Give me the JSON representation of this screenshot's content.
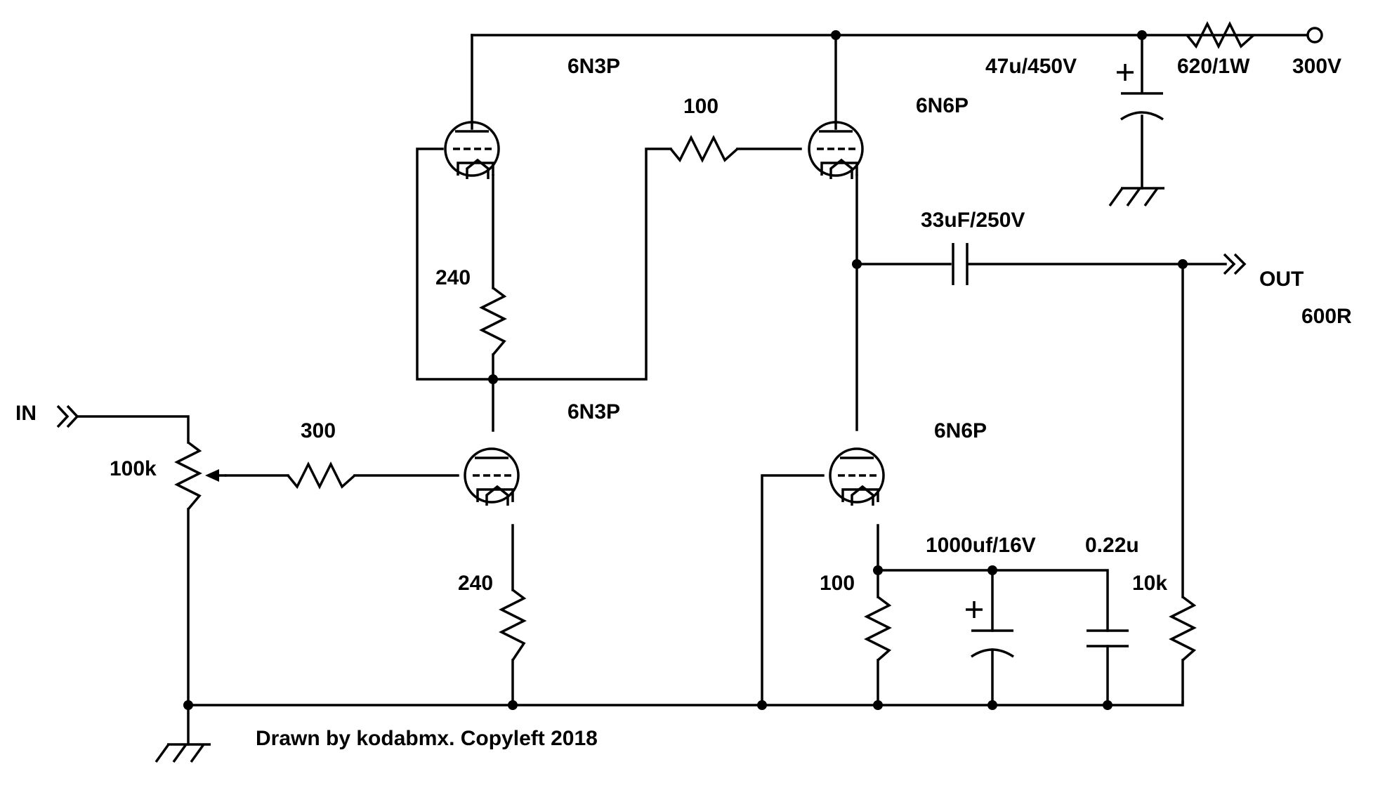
{
  "labels": {
    "tube_v1": "6N3P",
    "tube_v2": "6N3P",
    "tube_v3": "6N6P",
    "tube_v4": "6N6P",
    "r_grid_v3": "100",
    "r_cathode_v1": "240",
    "r_input": "300",
    "pot": "100k",
    "r_cathode_v2": "240",
    "r_cathode_v4": "100",
    "cap_cathode_elec": "1000uf/16V",
    "cap_cathode_film": "0.22u",
    "r_load": "10k",
    "cap_output": "33uF/250V",
    "cap_supply": "47u/450V",
    "r_supply": "620/1W",
    "supply_voltage": "300V",
    "in": "IN",
    "out": "OUT",
    "out_impedance": "600R",
    "credit": "Drawn by kodabmx. Copyleft 2018"
  },
  "colors": {
    "ink": "#000000",
    "background": "#ffffff"
  }
}
